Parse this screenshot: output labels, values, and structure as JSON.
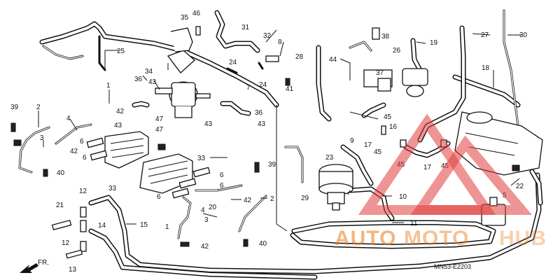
{
  "diagram_code": "MN53-E2203",
  "direction_label": "FR.",
  "watermark": {
    "text_auto": "AUTO",
    "text_moto": "MOTO",
    "text_hub": "HUB"
  },
  "colors": {
    "line": "#111111",
    "watermark_red": "#e13c3c",
    "watermark_orange": "#eb7814"
  },
  "callouts": [
    "1",
    "2",
    "3",
    "4",
    "5",
    "6",
    "7",
    "8",
    "9",
    "10",
    "11",
    "12",
    "13",
    "14",
    "15",
    "16",
    "17",
    "18",
    "19",
    "20",
    "21",
    "22",
    "23",
    "24",
    "25",
    "26",
    "27",
    "28",
    "29",
    "30",
    "31",
    "32",
    "33",
    "34",
    "35",
    "36",
    "37",
    "38",
    "39",
    "40",
    "41",
    "42",
    "43",
    "44",
    "45",
    "46",
    "47"
  ]
}
